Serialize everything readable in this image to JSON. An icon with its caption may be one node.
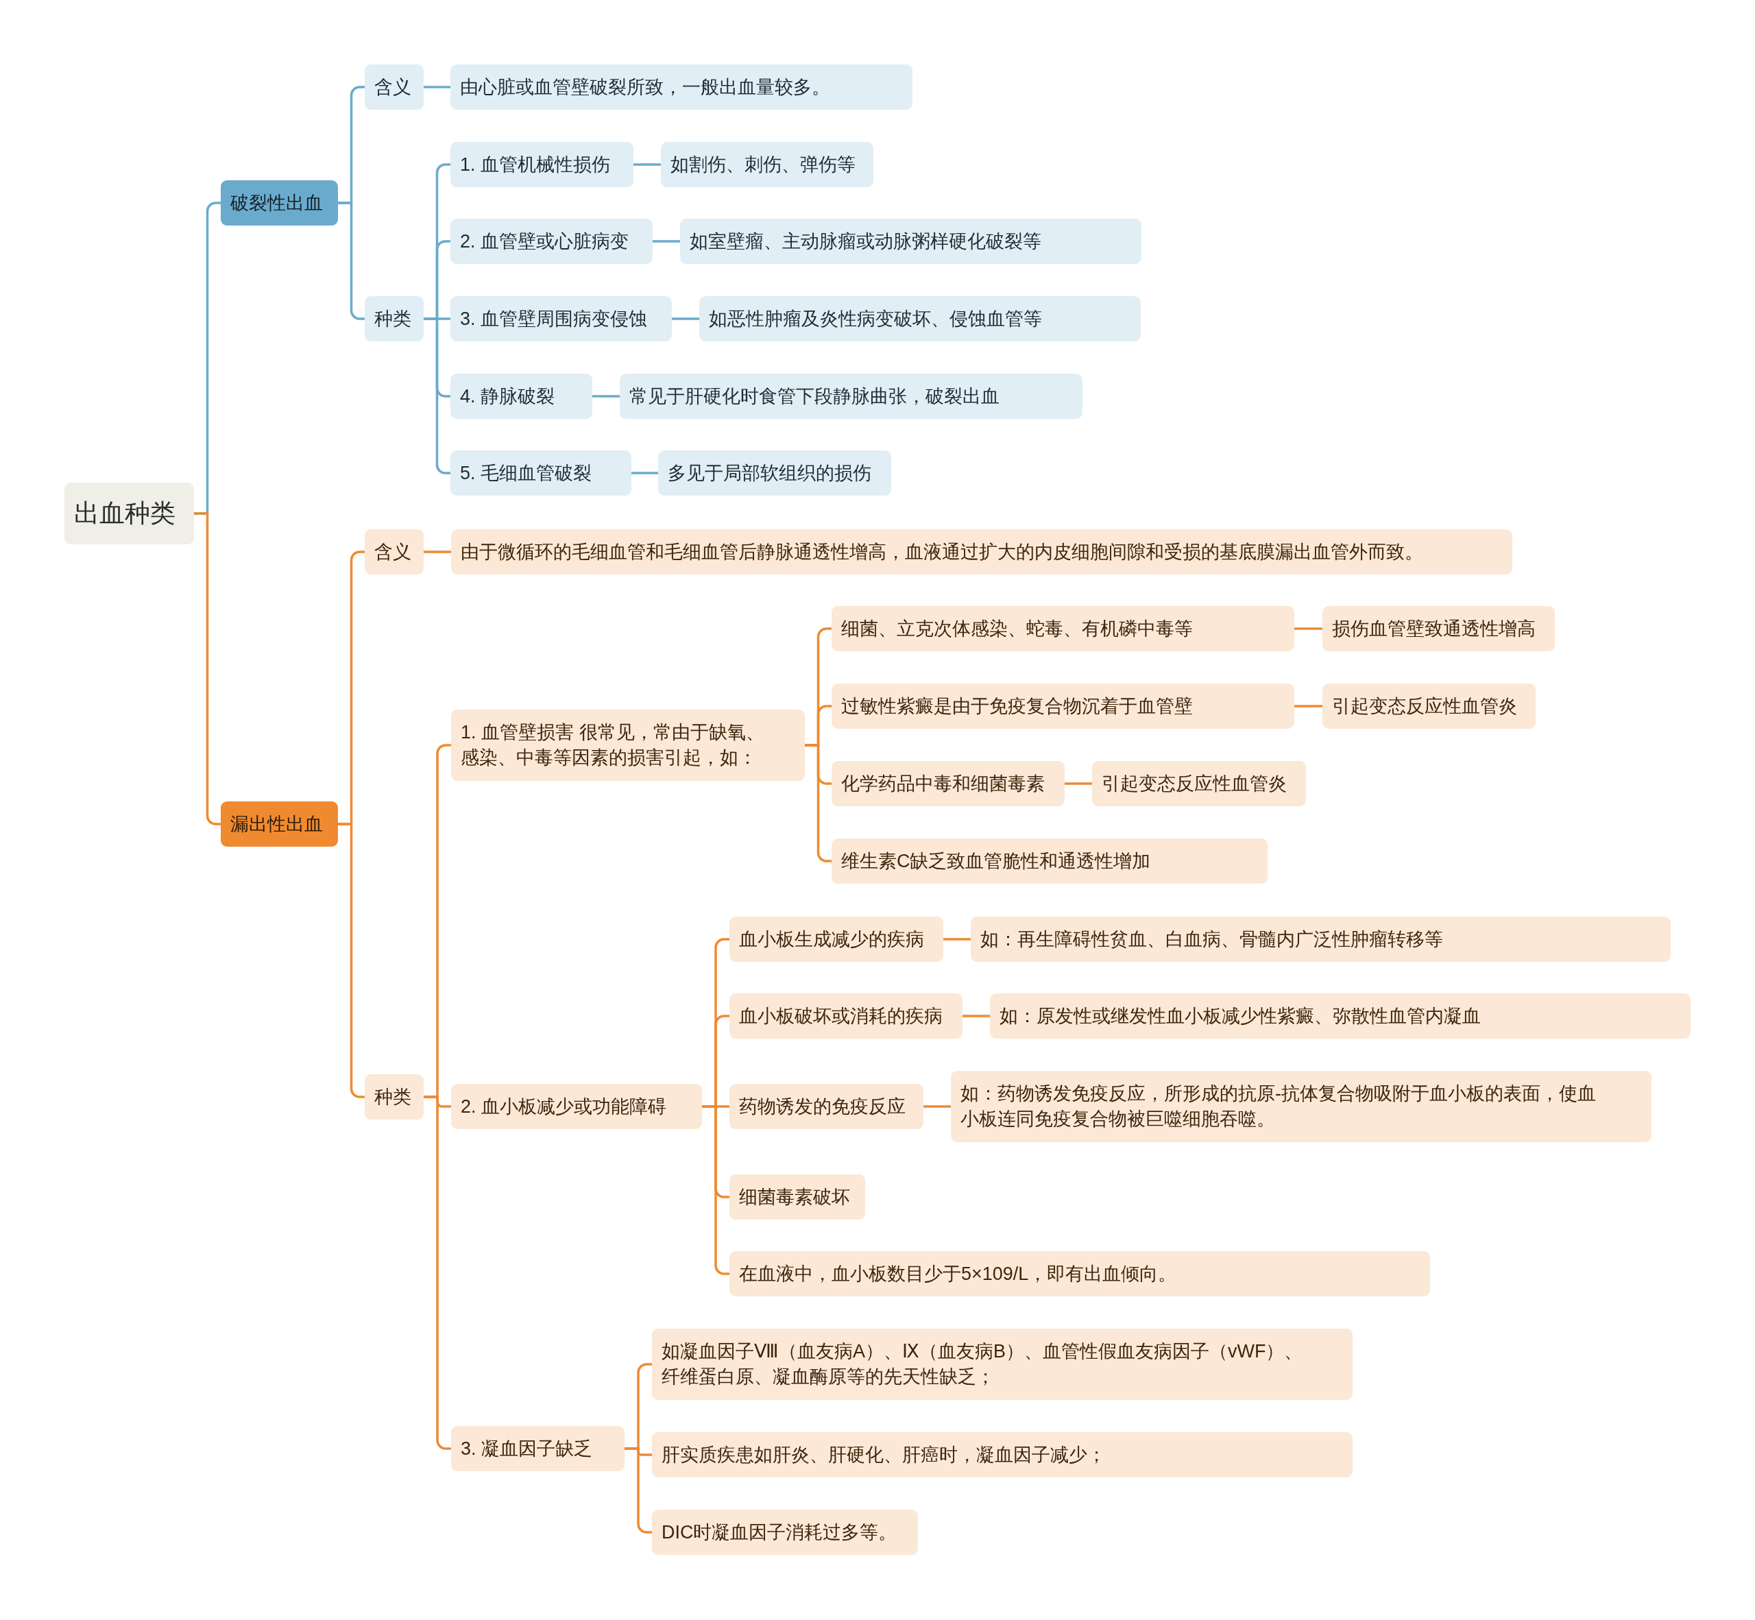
{
  "diagram": {
    "nodes": [
      {
        "text": [
          "出血种类"
        ]
      },
      {
        "text": [
          "破裂性出血"
        ]
      },
      {
        "text": [
          "含义"
        ]
      },
      {
        "text": [
          "由心脏或血管壁破裂所致，一般出血量较多。"
        ]
      },
      {
        "text": [
          "种类"
        ]
      },
      {
        "text": [
          "1. 血管机械性损伤"
        ]
      },
      {
        "text": [
          "如割伤、刺伤、弹伤等"
        ]
      },
      {
        "text": [
          "2. 血管壁或心脏病变"
        ]
      },
      {
        "text": [
          "如室壁瘤、主动脉瘤或动脉粥样硬化破裂等"
        ]
      },
      {
        "text": [
          "3. 血管壁周围病变侵蚀"
        ]
      },
      {
        "text": [
          "如恶性肿瘤及炎性病变破坏、侵蚀血管等"
        ]
      },
      {
        "text": [
          "4. 静脉破裂"
        ]
      },
      {
        "text": [
          "常见于肝硬化时食管下段静脉曲张，破裂出血"
        ]
      },
      {
        "text": [
          "5. 毛细血管破裂"
        ]
      },
      {
        "text": [
          "多见于局部软组织的损伤"
        ]
      },
      {
        "text": [
          "漏出性出血"
        ]
      },
      {
        "text": [
          "含义"
        ]
      },
      {
        "text": [
          "由于微循环的毛细血管和毛细血管后静脉通透性增高，血液通过扩大的内皮细胞间隙和受损的基底膜漏出血管外而致。"
        ]
      },
      {
        "text": [
          "种类"
        ]
      },
      {
        "text": [
          "1. 血管壁损害 很常见，常由于缺氧、感染、中毒等因素的损害引起，如："
        ]
      },
      {
        "text": [
          "细菌、立克次体感染、蛇毒、有机磷中毒等"
        ]
      },
      {
        "text": [
          "损伤血管壁致通透性增高"
        ]
      },
      {
        "text": [
          "过敏性紫癜是由于免疫复合物沉着于血管壁"
        ]
      },
      {
        "text": [
          "引起变态反应性血管炎"
        ]
      },
      {
        "text": [
          "化学药品中毒和细菌毒素"
        ]
      },
      {
        "text": [
          "引起变态反应性血管炎"
        ]
      },
      {
        "text": [
          "维生素C缺乏致血管脆性和通透性增加"
        ]
      },
      {
        "text": [
          "2. 血小板减少或功能障碍"
        ]
      },
      {
        "text": [
          "血小板生成减少的疾病"
        ]
      },
      {
        "text": [
          "如：再生障碍性贫血、白血病、骨髓内广泛性肿瘤转移等"
        ]
      },
      {
        "text": [
          "血小板破坏或消耗的疾病"
        ]
      },
      {
        "text": [
          "如：原发性或继发性血小板减少性紫癜、弥散性血管内凝血"
        ]
      },
      {
        "text": [
          "药物诱发的免疫反应"
        ]
      },
      {
        "text": [
          "如：药物诱发免疫反应，所形成的抗原-抗体复合物吸附于血小板的表面，使血小板连同免疫复合物被巨噬细胞吞噬。"
        ]
      },
      {
        "text": [
          "细菌毒素破坏"
        ]
      },
      {
        "text": [
          "在血液中，血小板数目少于5×109/L，即有出血倾向。"
        ]
      },
      {
        "text": [
          "3. 凝血因子缺乏"
        ]
      },
      {
        "text": [
          "如凝血因子Ⅷ（血友病A）、Ⅸ（血友病B）、血管性假血友病因子（vWF）、纤维蛋白原、凝血酶原等的先天性缺乏；"
        ]
      },
      {
        "text": [
          "肝实质疾患如肝炎、肝硬化、肝癌时，凝血因子减少；"
        ]
      },
      {
        "text": [
          "DIC时凝血因子消耗过多等。"
        ]
      }
    ],
    "edges": [
      {
        "from": 0,
        "to": 1,
        "arrow": "none",
        "color": "#6aabcd"
      },
      {
        "from": 0,
        "to": 15,
        "arrow": "none"
      },
      {
        "from": 1,
        "to": 2,
        "arrow": "none",
        "color": "#6aabcd"
      },
      {
        "from": 1,
        "to": 4,
        "arrow": "none",
        "color": "#6aabcd"
      },
      {
        "from": 2,
        "to": 3,
        "arrow": "none",
        "color": "#6aabcd"
      },
      {
        "from": 4,
        "to": 5,
        "arrow": "none",
        "color": "#6aabcd"
      },
      {
        "from": 4,
        "to": 7,
        "arrow": "none",
        "color": "#6aabcd"
      },
      {
        "from": 4,
        "to": 9,
        "arrow": "none",
        "color": "#6aabcd"
      },
      {
        "from": 4,
        "to": 11,
        "arrow": "none",
        "color": "#6aabcd"
      },
      {
        "from": 4,
        "to": 13,
        "arrow": "none",
        "color": "#6aabcd"
      },
      {
        "from": 5,
        "to": 6,
        "arrow": "none",
        "color": "#6aabcd"
      },
      {
        "from": 7,
        "to": 8,
        "arrow": "none",
        "color": "#6aabcd"
      },
      {
        "from": 9,
        "to": 10,
        "arrow": "none",
        "color": "#6aabcd"
      },
      {
        "from": 11,
        "to": 12,
        "arrow": "none",
        "color": "#6aabcd"
      },
      {
        "from": 13,
        "to": 14,
        "arrow": "none",
        "color": "#6aabcd"
      },
      {
        "from": 15,
        "to": 16,
        "arrow": "none"
      },
      {
        "from": 15,
        "to": 18,
        "arrow": "none"
      },
      {
        "from": 16,
        "to": 17,
        "arrow": "none"
      },
      {
        "from": 18,
        "to": 19,
        "arrow": "none"
      },
      {
        "from": 18,
        "to": 27,
        "arrow": "none"
      },
      {
        "from": 18,
        "to": 36,
        "arrow": "none"
      },
      {
        "from": 19,
        "to": 20,
        "arrow": "none"
      },
      {
        "from": 19,
        "to": 22,
        "arrow": "none"
      },
      {
        "from": 19,
        "to": 24,
        "arrow": "none"
      },
      {
        "from": 19,
        "to": 26,
        "arrow": "none"
      },
      {
        "from": 20,
        "to": 21,
        "arrow": "none"
      },
      {
        "from": 22,
        "to": 23,
        "arrow": "none"
      },
      {
        "from": 24,
        "to": 25,
        "arrow": "none"
      },
      {
        "from": 27,
        "to": 28,
        "arrow": "none"
      },
      {
        "from": 27,
        "to": 30,
        "arrow": "none"
      },
      {
        "from": 27,
        "to": 32,
        "arrow": "none"
      },
      {
        "from": 27,
        "to": 34,
        "arrow": "none"
      },
      {
        "from": 27,
        "to": 35,
        "arrow": "none"
      },
      {
        "from": 28,
        "to": 29,
        "arrow": "none"
      },
      {
        "from": 30,
        "to": 31,
        "arrow": "none"
      },
      {
        "from": 32,
        "to": 33,
        "arrow": "none"
      },
      {
        "from": 36,
        "to": 37,
        "arrow": "none"
      },
      {
        "from": 36,
        "to": 38,
        "arrow": "none"
      },
      {
        "from": 36,
        "to": 39,
        "arrow": "none"
      }
    ]
  }
}
